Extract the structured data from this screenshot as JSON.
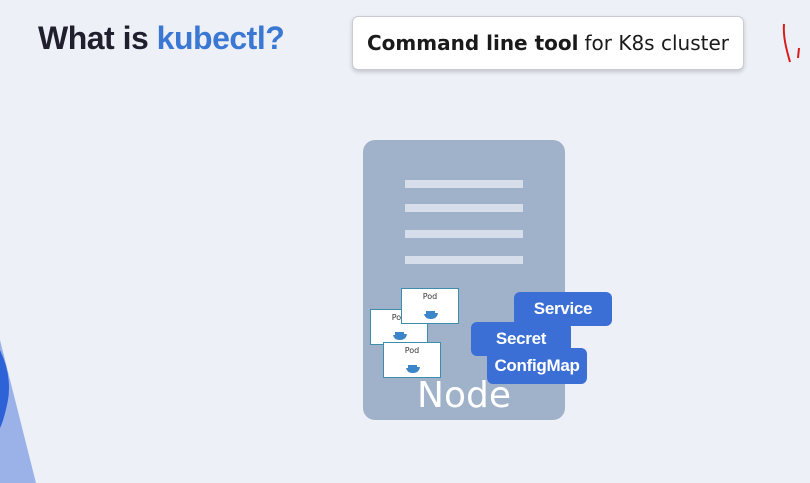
{
  "header": {
    "title_prefix": "What is ",
    "title_accent": "kubectl?"
  },
  "callout": {
    "bold": "Command line tool",
    "rest": "for K8s cluster"
  },
  "diagram": {
    "node_label": "Node",
    "pods": [
      "Pod",
      "Pod",
      "Pod"
    ],
    "resources": [
      "Service",
      "Secret",
      "ConfigMap"
    ]
  },
  "colors": {
    "accent": "#3a78d4",
    "node": "#9fb2c9",
    "resource_tag": "#3b6fd6",
    "background": "#eef0f8"
  }
}
